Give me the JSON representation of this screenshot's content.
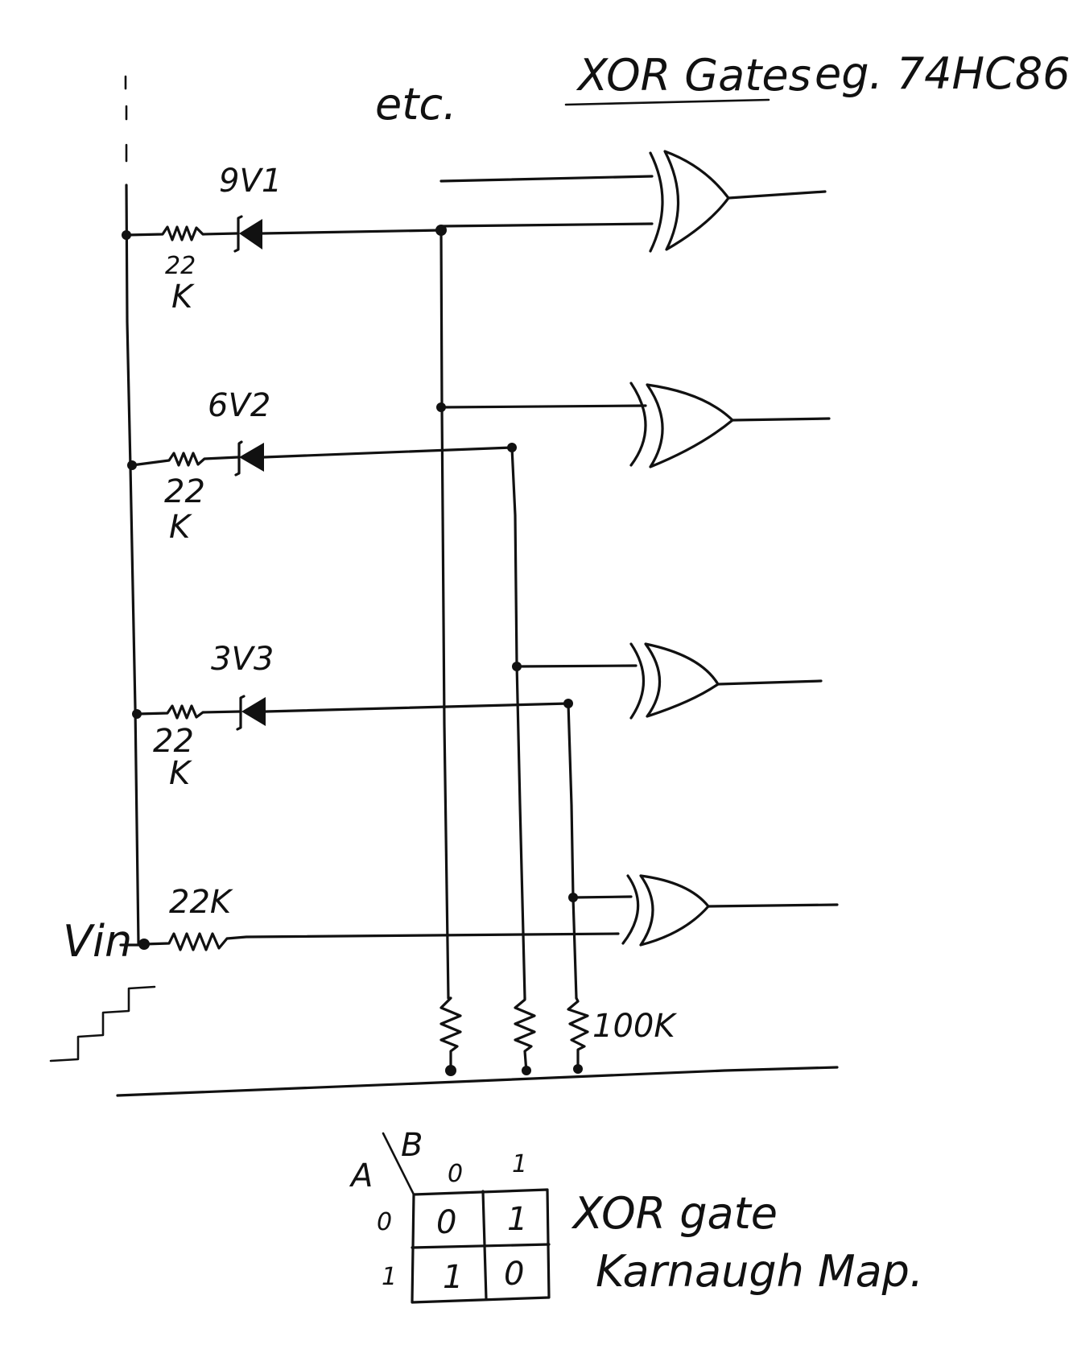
{
  "header": {
    "title": "XOR Gates",
    "example": "eg. 74HC86",
    "etc": "etc."
  },
  "input_label": "Vin",
  "zeners": [
    {
      "label": "9V1",
      "resistor_value": "22",
      "resistor_unit": "K"
    },
    {
      "label": "6V2",
      "resistor_value": "22",
      "resistor_unit": "K"
    },
    {
      "label": "3V3",
      "resistor_value": "22",
      "resistor_unit": "K"
    }
  ],
  "bottom_resistor": "22K",
  "pulldown_label": "100K",
  "kmap": {
    "row_var": "A",
    "col_var": "B",
    "col_headers": [
      "0",
      "1"
    ],
    "row_headers": [
      "0",
      "1"
    ],
    "cells": [
      [
        "0",
        "1"
      ],
      [
        "1",
        "0"
      ]
    ],
    "caption_line1": "XOR gate",
    "caption_line2": "Karnaugh Map."
  }
}
